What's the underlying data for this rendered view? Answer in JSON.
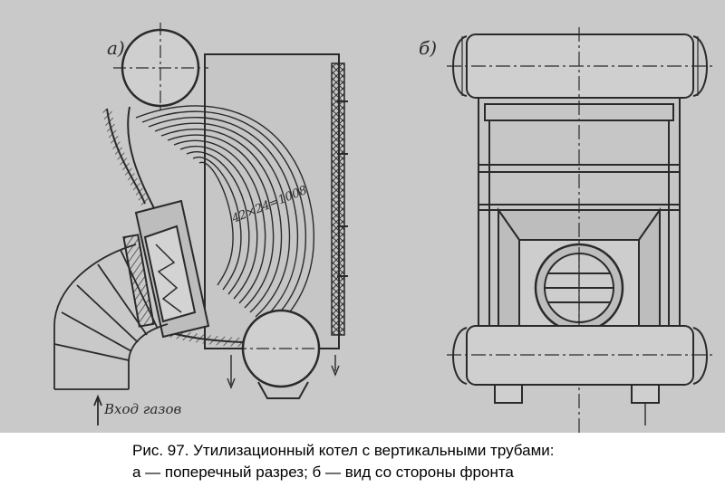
{
  "figure": {
    "label_a": "а)",
    "label_b": "б)",
    "tube_count": "42×24=1008",
    "gas_inlet": "Вход газов"
  },
  "caption": {
    "line1": "Рис. 97. Утилизационный котел с вертикальными трубами:",
    "line2": "а — поперечный разрез; б — вид со стороны фронта"
  }
}
